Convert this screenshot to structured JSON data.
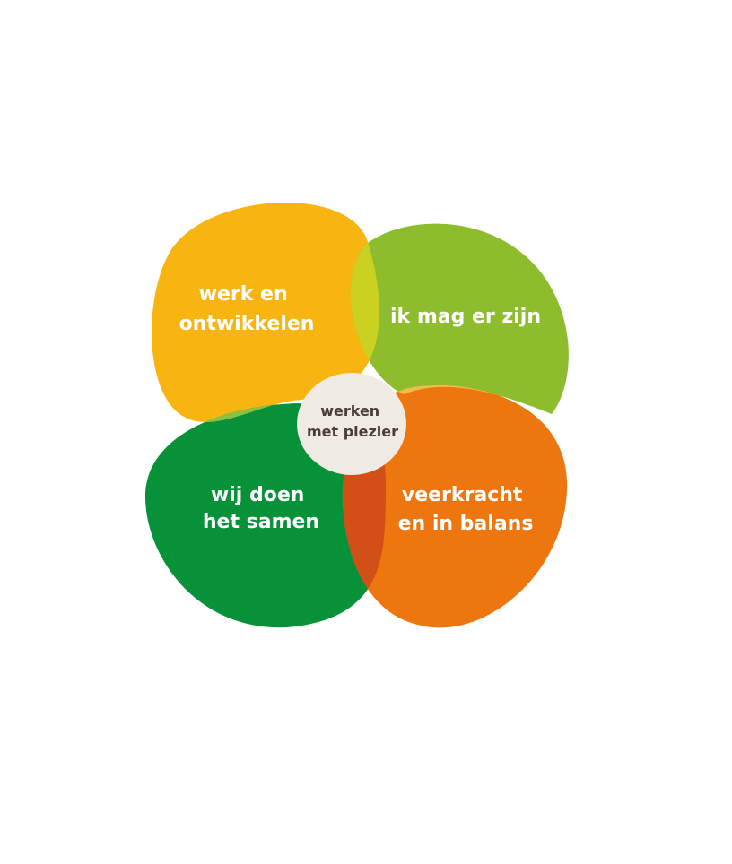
{
  "diagram": {
    "petals": [
      {
        "id": "werk-en-ontwikkelen",
        "lines": [
          "werk en",
          "ontwikkelen"
        ],
        "color": "#F8B411"
      },
      {
        "id": "ik-mag-er-zijn",
        "lines": [
          "ik mag er zijn"
        ],
        "color": "#8DBD2C"
      },
      {
        "id": "wij-doen-het-samen",
        "lines": [
          "wij doen",
          "het samen"
        ],
        "color": "#079139"
      },
      {
        "id": "veerkracht-en-in-balans",
        "lines": [
          "veerkracht",
          "en in balans"
        ],
        "color": "#EE760F"
      }
    ],
    "overlap_colors": {
      "top": "#CAD121",
      "left": "#8BC047",
      "right": "#EABF4D",
      "bottom": "#D24F18"
    },
    "center": {
      "lines": [
        "werken",
        "met plezier"
      ],
      "color": "#EFEAE2",
      "text_color": "#4a3f38"
    }
  }
}
